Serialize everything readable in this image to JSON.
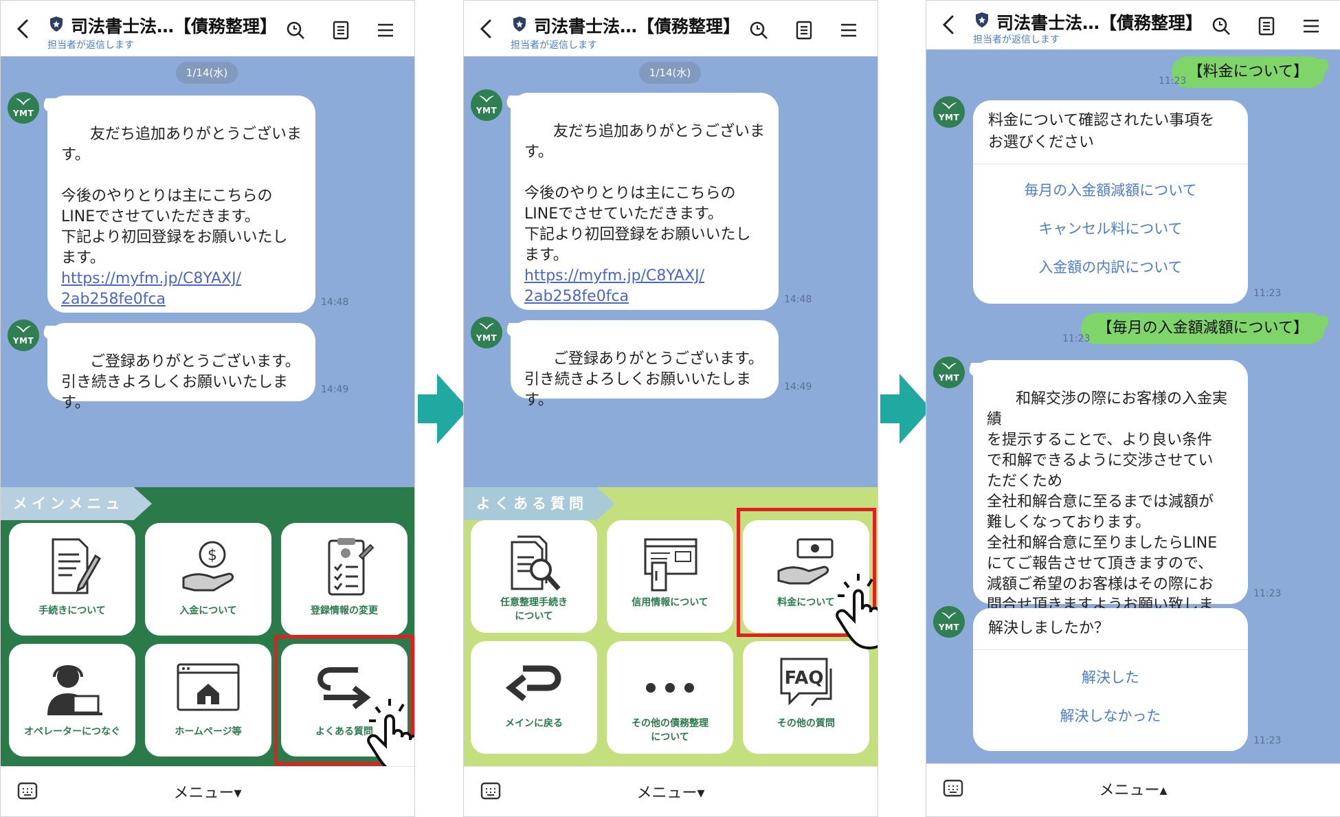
{
  "colors": {
    "chat_bg": "#8cabd8",
    "menu_green": "#2a7a4a",
    "faq_lime": "#c3df7e",
    "highlight": "#e02020",
    "arrow_teal": "#1fa9a0"
  },
  "header": {
    "title": "司法書士法…【債務整理】",
    "subtitle": "担当者が返信します",
    "icons": [
      "back-icon",
      "shield-icon",
      "search-icon",
      "note-icon",
      "hamburger-icon"
    ]
  },
  "avatar": {
    "text": "YMT"
  },
  "screen1": {
    "date": "1/14(水)",
    "msg1": {
      "text": "友だち追加ありがとうございま\nす。\n\n今後のやりとりは主にこちらの\nLINEでさせていただきます。\n下記より初回登録をお願いいたし\nます。\n",
      "link": "https://myfm.jp/C8YAXJ/\n2ab258fe0fca",
      "time": "14:48"
    },
    "msg2": {
      "text": "ご登録ありがとうございます。\n引き続きよろしくお願いいたしま\nす。",
      "time": "14:49"
    },
    "panel_title": "メインメニュー",
    "tiles": [
      "手続きについて",
      "入金について",
      "登録情報の変更",
      "オペレーターにつなぐ",
      "ホームページ等",
      "よくある質問"
    ],
    "menu_label": "メニュー▾"
  },
  "screen2": {
    "date": "1/14(水)",
    "panel_title": "よくある質問",
    "tiles": [
      "任意整理手続き\nについて",
      "信用情報について",
      "料金について",
      "メインに戻る",
      "その他の債務整理\nについて",
      "その他の質問"
    ],
    "faq_text": "FAQ",
    "menu_label": "メニュー▾"
  },
  "screen3": {
    "user1": {
      "text": "【料金について】",
      "time": "11:23"
    },
    "card1": {
      "question": "料金について確認されたい事項を\nお選びください",
      "options": [
        "毎月の入金額減額について",
        "キャンセル料について",
        "入金額の内訳について"
      ],
      "time": "11:23"
    },
    "user2": {
      "text": "【毎月の入金額減額について】",
      "time": "11:23"
    },
    "msg": {
      "text": "和解交渉の際にお客様の入金実績\nを提示することで、より良い条件\nで和解できるように交渉させてい\nただくため\n全社和解合意に至るまでは減額が\n難しくなっております。\n全社和解合意に至りましたらLINE\nにてご報告させて頂きますので、\n減額ご希望のお客様はその際にお\n問合せ頂きますようお願い致しま\nす。",
      "time": "11:23"
    },
    "card2": {
      "question": "解決しましたか？",
      "options": [
        "解決した",
        "解決しなかった"
      ],
      "time": "11:23"
    },
    "menu_label": "メニュー▴"
  }
}
